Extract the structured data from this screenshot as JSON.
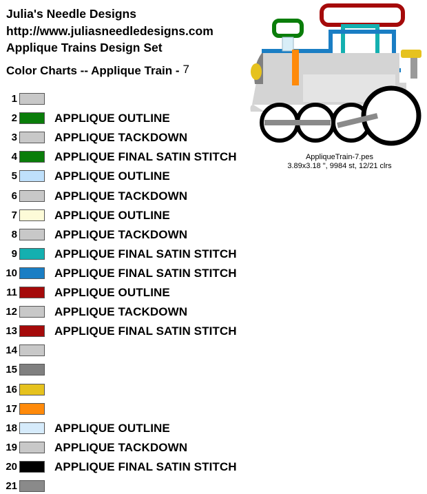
{
  "header": {
    "line1": "Julia's Needle Designs",
    "line2": "http://www.juliasneedledesigns.com",
    "line3": "Applique Trains Design Set",
    "line4_text": "Color Charts -- Applique Train -",
    "line4_num": "7"
  },
  "preview": {
    "filename": "AppliqueTrain-7.pes",
    "dimensions": "3.89x3.18 \", 9984 st, 12/21 clrs"
  },
  "colors": [
    {
      "num": "1",
      "color": "#c8c8c8",
      "label": ""
    },
    {
      "num": "2",
      "color": "#0a7d0a",
      "label": "APPLIQUE OUTLINE"
    },
    {
      "num": "3",
      "color": "#c8c8c8",
      "label": "APPLIQUE TACKDOWN"
    },
    {
      "num": "4",
      "color": "#0a7d0a",
      "label": "APPLIQUE FINAL SATIN STITCH"
    },
    {
      "num": "5",
      "color": "#bfe0fb",
      "label": "APPLIQUE OUTLINE"
    },
    {
      "num": "6",
      "color": "#c8c8c8",
      "label": "APPLIQUE TACKDOWN"
    },
    {
      "num": "7",
      "color": "#fdfbd8",
      "label": "APPLIQUE OUTLINE"
    },
    {
      "num": "8",
      "color": "#c8c8c8",
      "label": "APPLIQUE TACKDOWN"
    },
    {
      "num": "9",
      "color": "#14b0b0",
      "label": "APPLIQUE FINAL SATIN STITCH"
    },
    {
      "num": "10",
      "color": "#1a7ec4",
      "label": "APPLIQUE FINAL SATIN STITCH"
    },
    {
      "num": "11",
      "color": "#a50a0a",
      "label": "APPLIQUE OUTLINE"
    },
    {
      "num": "12",
      "color": "#c8c8c8",
      "label": "APPLIQUE TACKDOWN"
    },
    {
      "num": "13",
      "color": "#a50a0a",
      "label": "APPLIQUE FINAL SATIN STITCH"
    },
    {
      "num": "14",
      "color": "#c8c8c8",
      "label": ""
    },
    {
      "num": "15",
      "color": "#808080",
      "label": ""
    },
    {
      "num": "16",
      "color": "#e6c21e",
      "label": ""
    },
    {
      "num": "17",
      "color": "#ff8a0a",
      "label": ""
    },
    {
      "num": "18",
      "color": "#d6ebfb",
      "label": "APPLIQUE OUTLINE"
    },
    {
      "num": "19",
      "color": "#c8c8c8",
      "label": "APPLIQUE TACKDOWN"
    },
    {
      "num": "20",
      "color": "#000000",
      "label": "APPLIQUE FINAL SATIN STITCH"
    },
    {
      "num": "21",
      "color": "#8a8a8a",
      "label": ""
    }
  ]
}
